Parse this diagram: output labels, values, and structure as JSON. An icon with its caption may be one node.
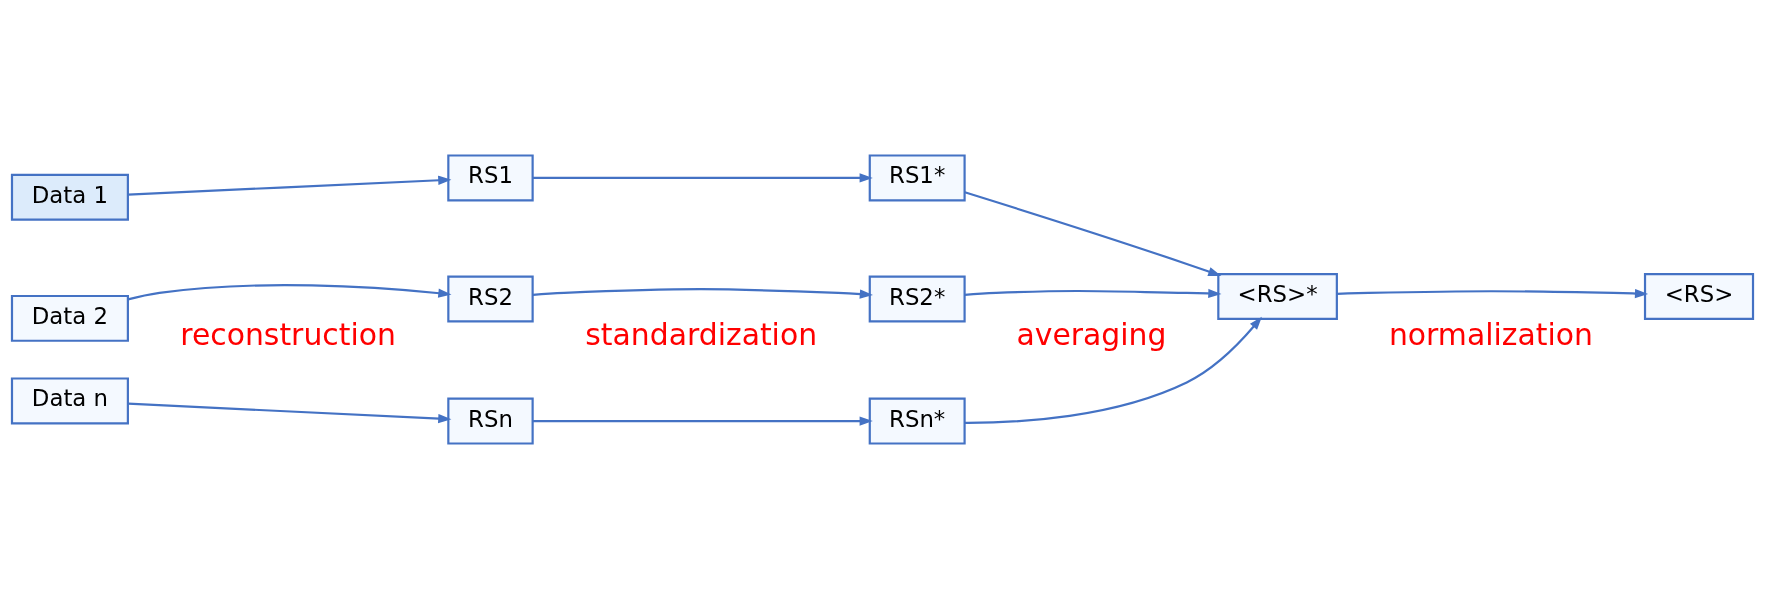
{
  "diagram": {
    "nodes": [
      {
        "text": [
          "Data 1"
        ]
      },
      {
        "text": [
          "Data 2"
        ]
      },
      {
        "text": [
          "Data n"
        ]
      },
      {
        "text": [
          "RS1"
        ]
      },
      {
        "text": [
          "RS2"
        ]
      },
      {
        "text": [
          "RSn"
        ]
      },
      {
        "text": [
          "RS1*"
        ]
      },
      {
        "text": [
          "RS2*"
        ]
      },
      {
        "text": [
          "RSn*"
        ]
      },
      {
        "text": [
          "<RS>*"
        ]
      },
      {
        "text": [
          "<RS>"
        ]
      }
    ],
    "edges": [
      {
        "from": 0,
        "to": 3,
        "arrow": "to"
      },
      {
        "from": 1,
        "to": 4,
        "arrow": "to"
      },
      {
        "from": 2,
        "to": 5,
        "arrow": "to"
      },
      {
        "from": 3,
        "to": 6,
        "arrow": "to"
      },
      {
        "from": 4,
        "to": 7,
        "arrow": "to"
      },
      {
        "from": 5,
        "to": 8,
        "arrow": "to"
      },
      {
        "from": 6,
        "to": 9,
        "arrow": "to"
      },
      {
        "from": 7,
        "to": 9,
        "arrow": "to"
      },
      {
        "from": 8,
        "to": 9,
        "arrow": "to"
      },
      {
        "from": 9,
        "to": 10,
        "arrow": "to"
      }
    ],
    "labels": [
      "reconstruction",
      "standardization",
      "averaging",
      "normalization"
    ]
  }
}
